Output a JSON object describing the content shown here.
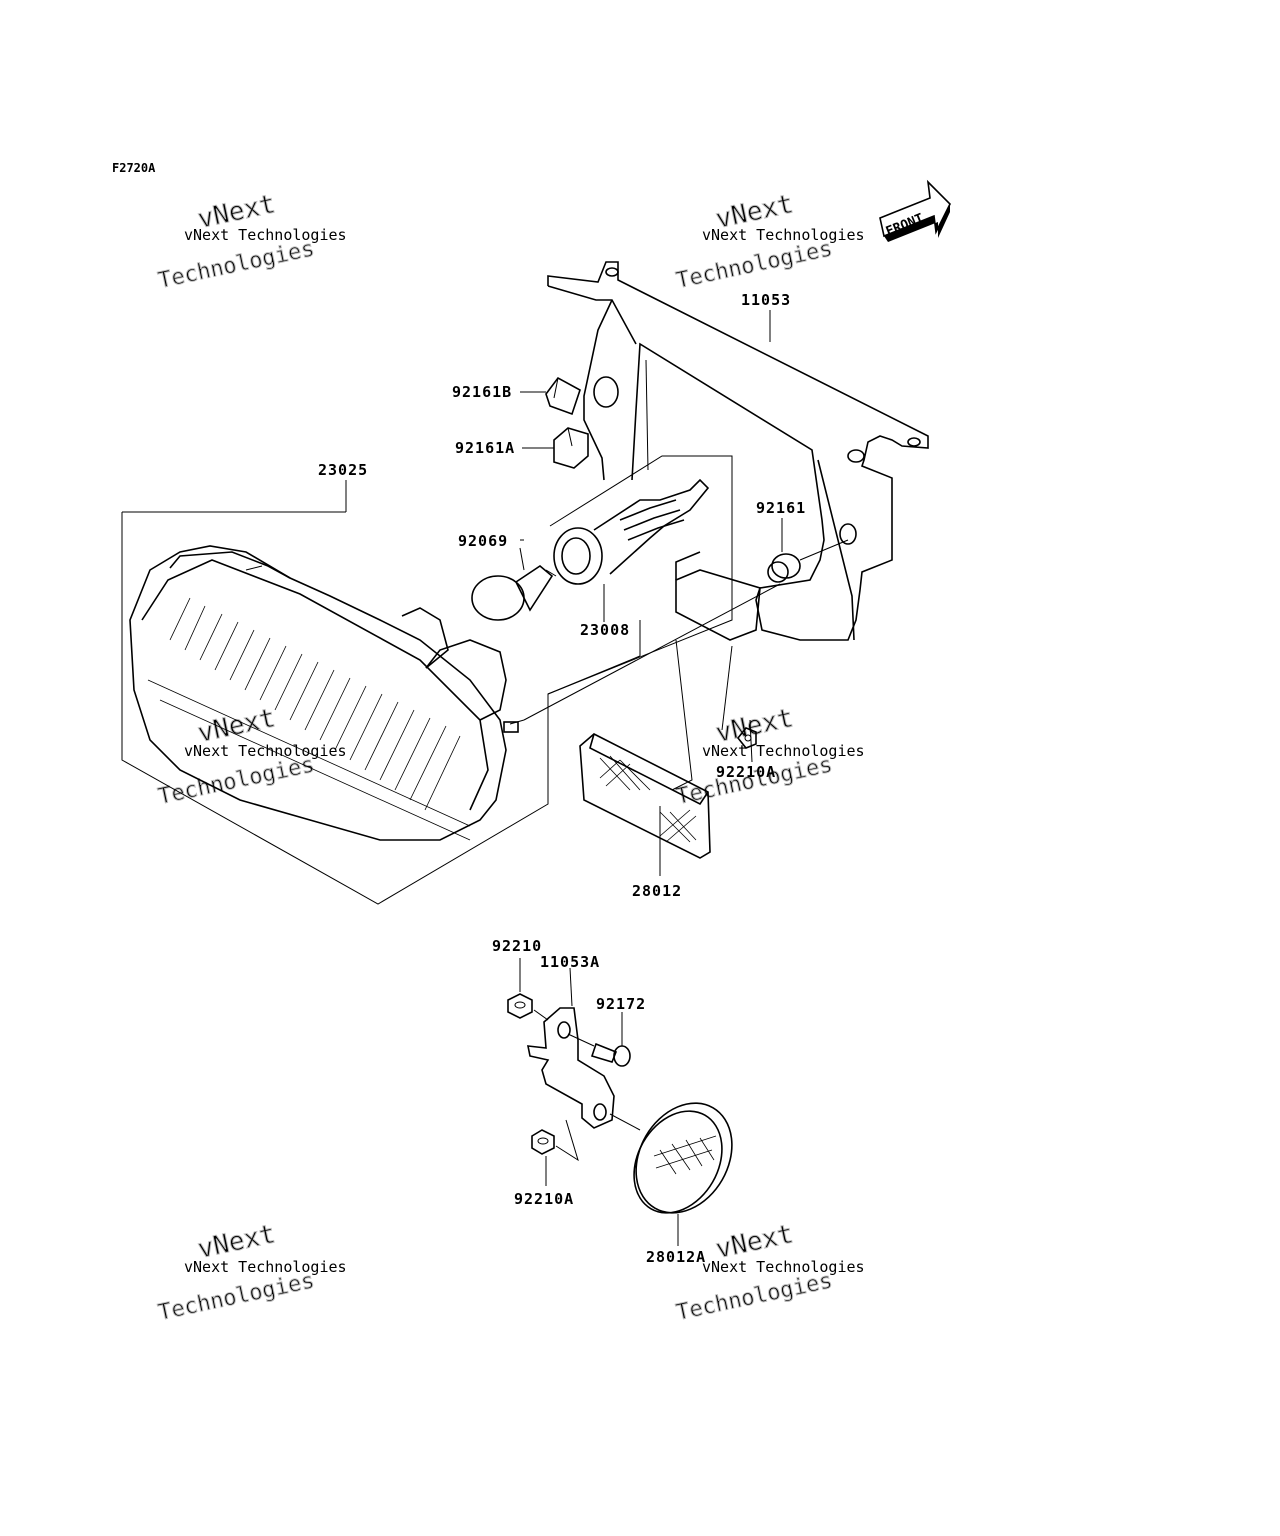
{
  "figure_id": "F2720A",
  "front_label": "FRONT",
  "part_labels": {
    "p11053": "11053",
    "p92161B": "92161B",
    "p92161A": "92161A",
    "p23025": "23025",
    "p92069": "92069",
    "p92161": "92161",
    "p23008": "23008",
    "p92210A_top": "92210A",
    "p28012": "28012",
    "p92210": "92210",
    "p11053A": "11053A",
    "p92172": "92172",
    "p92210A_bottom": "92210A",
    "p28012A": "28012A"
  },
  "watermark": {
    "line1": "vNext Technologies",
    "line2": "vNext",
    "line3": "Technologies"
  }
}
